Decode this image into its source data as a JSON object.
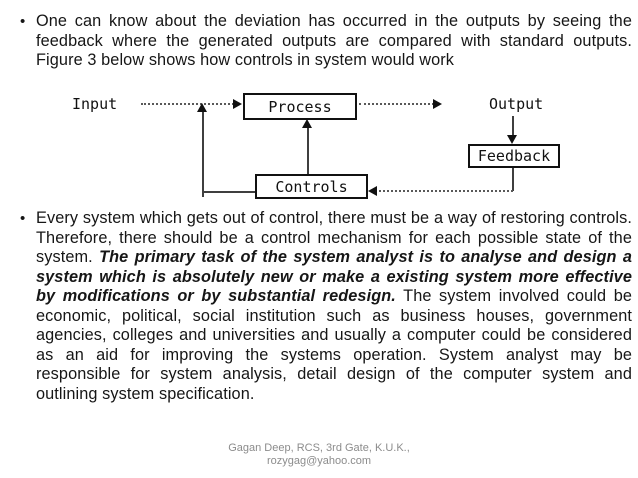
{
  "slide": {
    "bullet_char": "•",
    "bullet1": {
      "text": "One can know about the deviation has occurred in the outputs by seeing the feedback where the generated outputs are compared with standard outputs. Figure 3 below shows how controls in system would work"
    },
    "bullet2": {
      "normal1": "Every system which gets out of control, there must be a way of restoring controls. Therefore, there should be a control mechanism for each possible state of the system.  ",
      "emphasis": "The primary task of the system analyst is to analyse and design a system which is absolutely new or make a existing system more effective by modifications or by substantial redesign.",
      "normal2": " The system involved could be economic, political, social institution such as business houses, government agencies, colleges and universities and usually a computer could be considered as an aid for improving the systems operation. System analyst may be responsible for system analysis, detail design of the computer system and outlining system specification."
    },
    "diagram": {
      "input_label": "Input",
      "process_label": "Process",
      "output_label": "Output",
      "feedback_label": "Feedback",
      "controls_label": "Controls"
    },
    "footer": {
      "line1": "Gagan Deep, RCS, 3rd Gate, K.U.K.,",
      "line2": "rozygag@yahoo.com"
    },
    "colors": {
      "text": "#161616",
      "footer_text": "#8c8c8c",
      "box_border": "#111111",
      "solid_line": "#3f3f3f",
      "dotted_line": "#595959",
      "background": "#ffffff"
    }
  }
}
